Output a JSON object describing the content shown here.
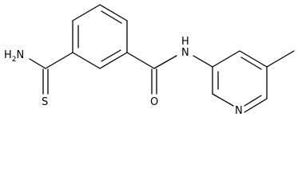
{
  "molecule": {
    "atoms": {
      "thioamide_n": {
        "main": "H",
        "sub": "2",
        "tail": "N"
      },
      "thioamide_s": "S",
      "amide_o": "O",
      "amide_nh": "N",
      "amide_nh_h": "H",
      "pyridine_n": "N"
    },
    "colors": {
      "bond": "#000000",
      "text": "#000000",
      "background": "#ffffff"
    }
  }
}
